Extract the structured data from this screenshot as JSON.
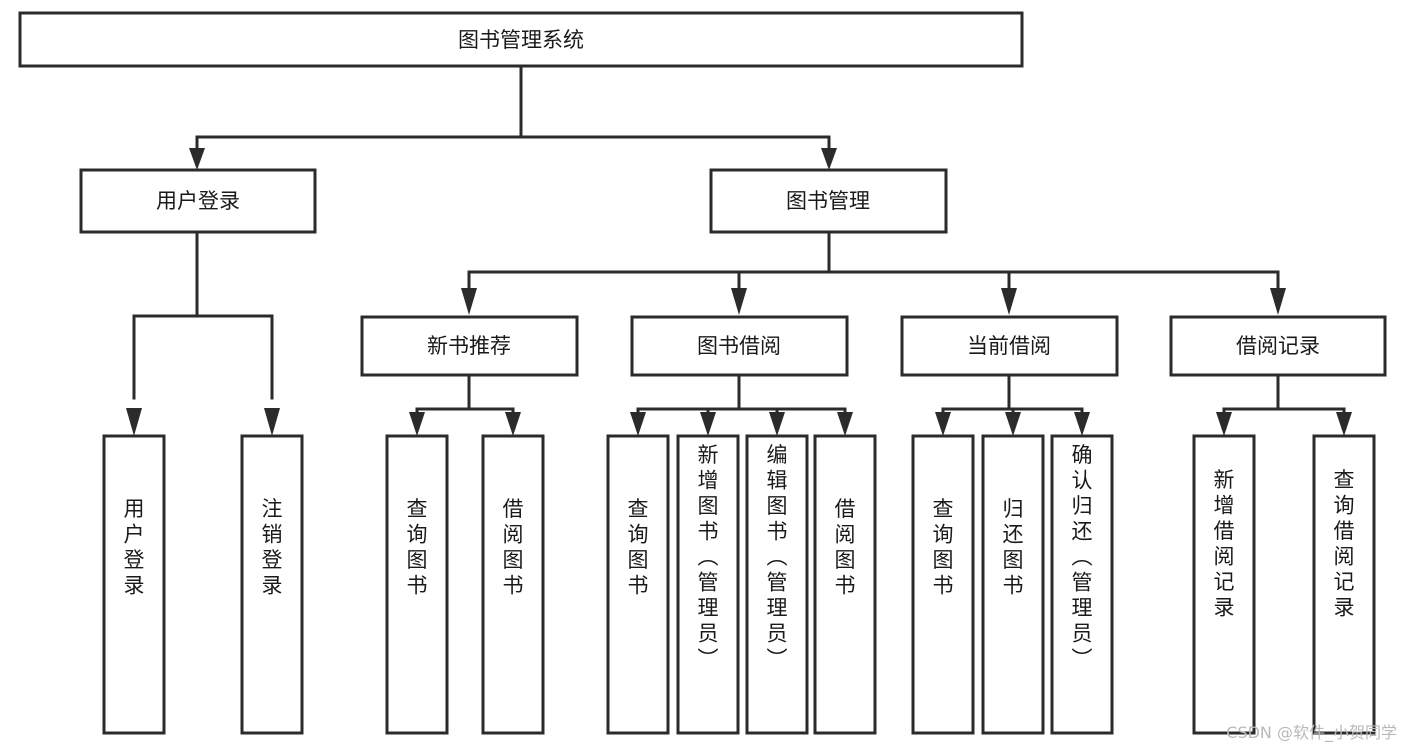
{
  "diagram": {
    "type": "tree",
    "title": "图书管理系统",
    "root": {
      "id": "root",
      "label": "图书管理系统"
    },
    "level2": [
      {
        "id": "user-login",
        "label": "用户登录"
      },
      {
        "id": "book-manage",
        "label": "图书管理"
      }
    ],
    "level3": [
      {
        "id": "new-book-rec",
        "label": "新书推荐",
        "parent": "book-manage"
      },
      {
        "id": "book-borrow",
        "label": "图书借阅",
        "parent": "book-manage"
      },
      {
        "id": "current-borrow",
        "label": "当前借阅",
        "parent": "book-manage"
      },
      {
        "id": "borrow-record",
        "label": "借阅记录",
        "parent": "book-manage"
      }
    ],
    "leaves": [
      {
        "id": "leaf-user-login",
        "label": "用户登录",
        "parent": "user-login"
      },
      {
        "id": "leaf-logout",
        "label": "注销登录",
        "parent": "user-login"
      },
      {
        "id": "leaf-query-book-1",
        "label": "查询图书",
        "parent": "new-book-rec"
      },
      {
        "id": "leaf-borrow-book-1",
        "label": "借阅图书",
        "parent": "new-book-rec"
      },
      {
        "id": "leaf-query-book-2",
        "label": "查询图书",
        "parent": "book-borrow"
      },
      {
        "id": "leaf-add-book",
        "label": "新增图书（管理员）",
        "parent": "book-borrow"
      },
      {
        "id": "leaf-edit-book",
        "label": "编辑图书（管理员）",
        "parent": "book-borrow"
      },
      {
        "id": "leaf-borrow-book-2",
        "label": "借阅图书",
        "parent": "book-borrow"
      },
      {
        "id": "leaf-query-book-3",
        "label": "查询图书",
        "parent": "current-borrow"
      },
      {
        "id": "leaf-return-book",
        "label": "归还图书",
        "parent": "current-borrow"
      },
      {
        "id": "leaf-confirm-return",
        "label": "确认归还（管理员）",
        "parent": "current-borrow"
      },
      {
        "id": "leaf-add-record",
        "label": "新增借阅记录",
        "parent": "borrow-record"
      },
      {
        "id": "leaf-query-record",
        "label": "查询借阅记录",
        "parent": "borrow-record"
      }
    ],
    "colors": {
      "box_fill": "#ffffff",
      "box_stroke": "#2b2b2b",
      "connector": "#2b2b2b",
      "text": "#1a1a1a",
      "watermark": "#b9b9b9",
      "background": "#ffffff"
    }
  },
  "watermark": {
    "text": "CSDN @软件_小贺同学"
  }
}
